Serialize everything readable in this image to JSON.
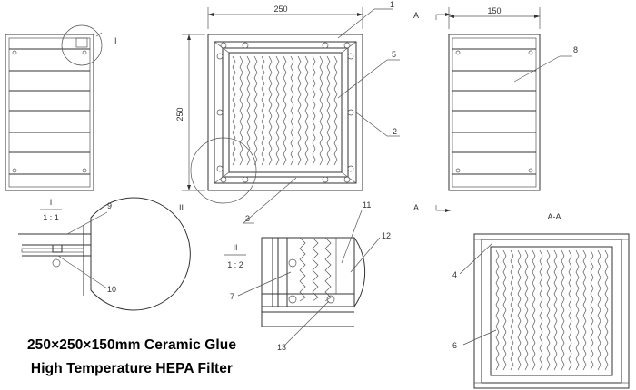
{
  "dimensions": {
    "width": "250",
    "height": "250",
    "depth": "150"
  },
  "section_marks": {
    "a1": "A",
    "a2": "A",
    "section_title": "A-A"
  },
  "details": {
    "detail_1": {
      "name": "I",
      "scale": "1 : 1"
    },
    "detail_2": {
      "name": "II",
      "scale": "1 : 2"
    }
  },
  "callouts": {
    "c1": "1",
    "c2": "2",
    "c3": "3",
    "c4": "4",
    "c5": "5",
    "c6": "6",
    "c7": "7",
    "c8": "8",
    "c9": "9",
    "c10": "10",
    "c11": "11",
    "c12": "12",
    "c13": "13"
  },
  "caption": {
    "line1": "250×250×150mm Ceramic Glue",
    "line2": "High Temperature HEPA Filter"
  }
}
